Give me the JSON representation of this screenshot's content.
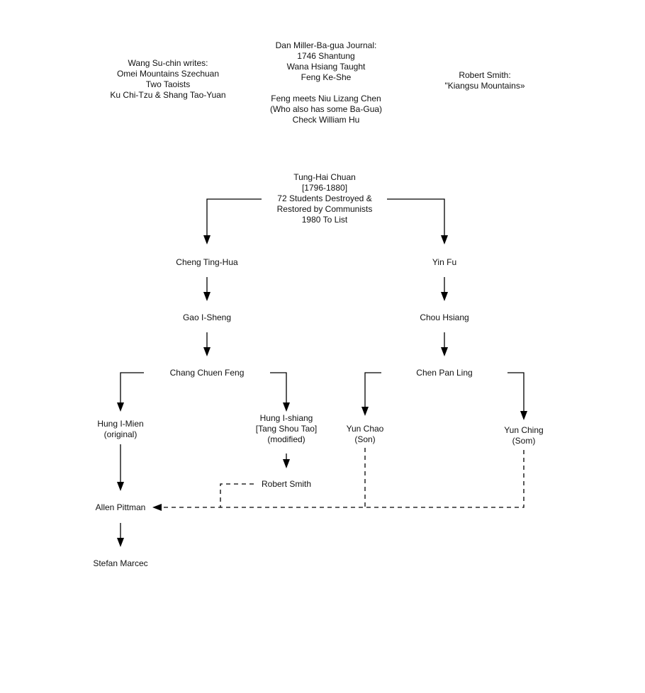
{
  "notes": {
    "wang": [
      "Wang Su-chin writes:",
      "Omei Mountains Szechuan",
      "Two Taoists",
      "Ku Chi-Tzu & Shang Tao-Yuan"
    ],
    "dan_miller": [
      "Dan Miller-Ba-gua Journal:",
      "1746 Shantung",
      "Wana Hsiang Taught",
      "Feng Ke-She",
      "",
      "Feng meets Niu Lizang Chen",
      "(Who also has some Ba-Gua)",
      "Check William Hu"
    ],
    "robert_smith_note": [
      "Robert Smith:",
      "\"Kiangsu Mountains»"
    ]
  },
  "people": {
    "tung": [
      "Tung-Hai Chuan",
      "[1796-1880]",
      "72 Students Destroyed &",
      "Restored by Communists",
      "1980 To List"
    ],
    "cheng": [
      "Cheng Ting-Hua"
    ],
    "yin": [
      "Yin Fu"
    ],
    "gao": [
      "Gao I-Sheng"
    ],
    "chou": [
      "Chou Hsiang"
    ],
    "chang": [
      "Chang Chuen Feng"
    ],
    "chen": [
      "Chen Pan Ling"
    ],
    "hung_mien": [
      "Hung I-Mien",
      "(original)"
    ],
    "hung_shiang": [
      "Hung I-shiang",
      "[Tang Shou Tao]",
      "(modified)"
    ],
    "yun_chao": [
      "Yun Chao",
      "(Son)"
    ],
    "yun_ching": [
      "Yun Ching",
      "(Som)"
    ],
    "robert_smith": [
      "Robert Smith"
    ],
    "allen": [
      "Allen Pittman"
    ],
    "stefan": [
      "Stefan Marcec"
    ]
  }
}
